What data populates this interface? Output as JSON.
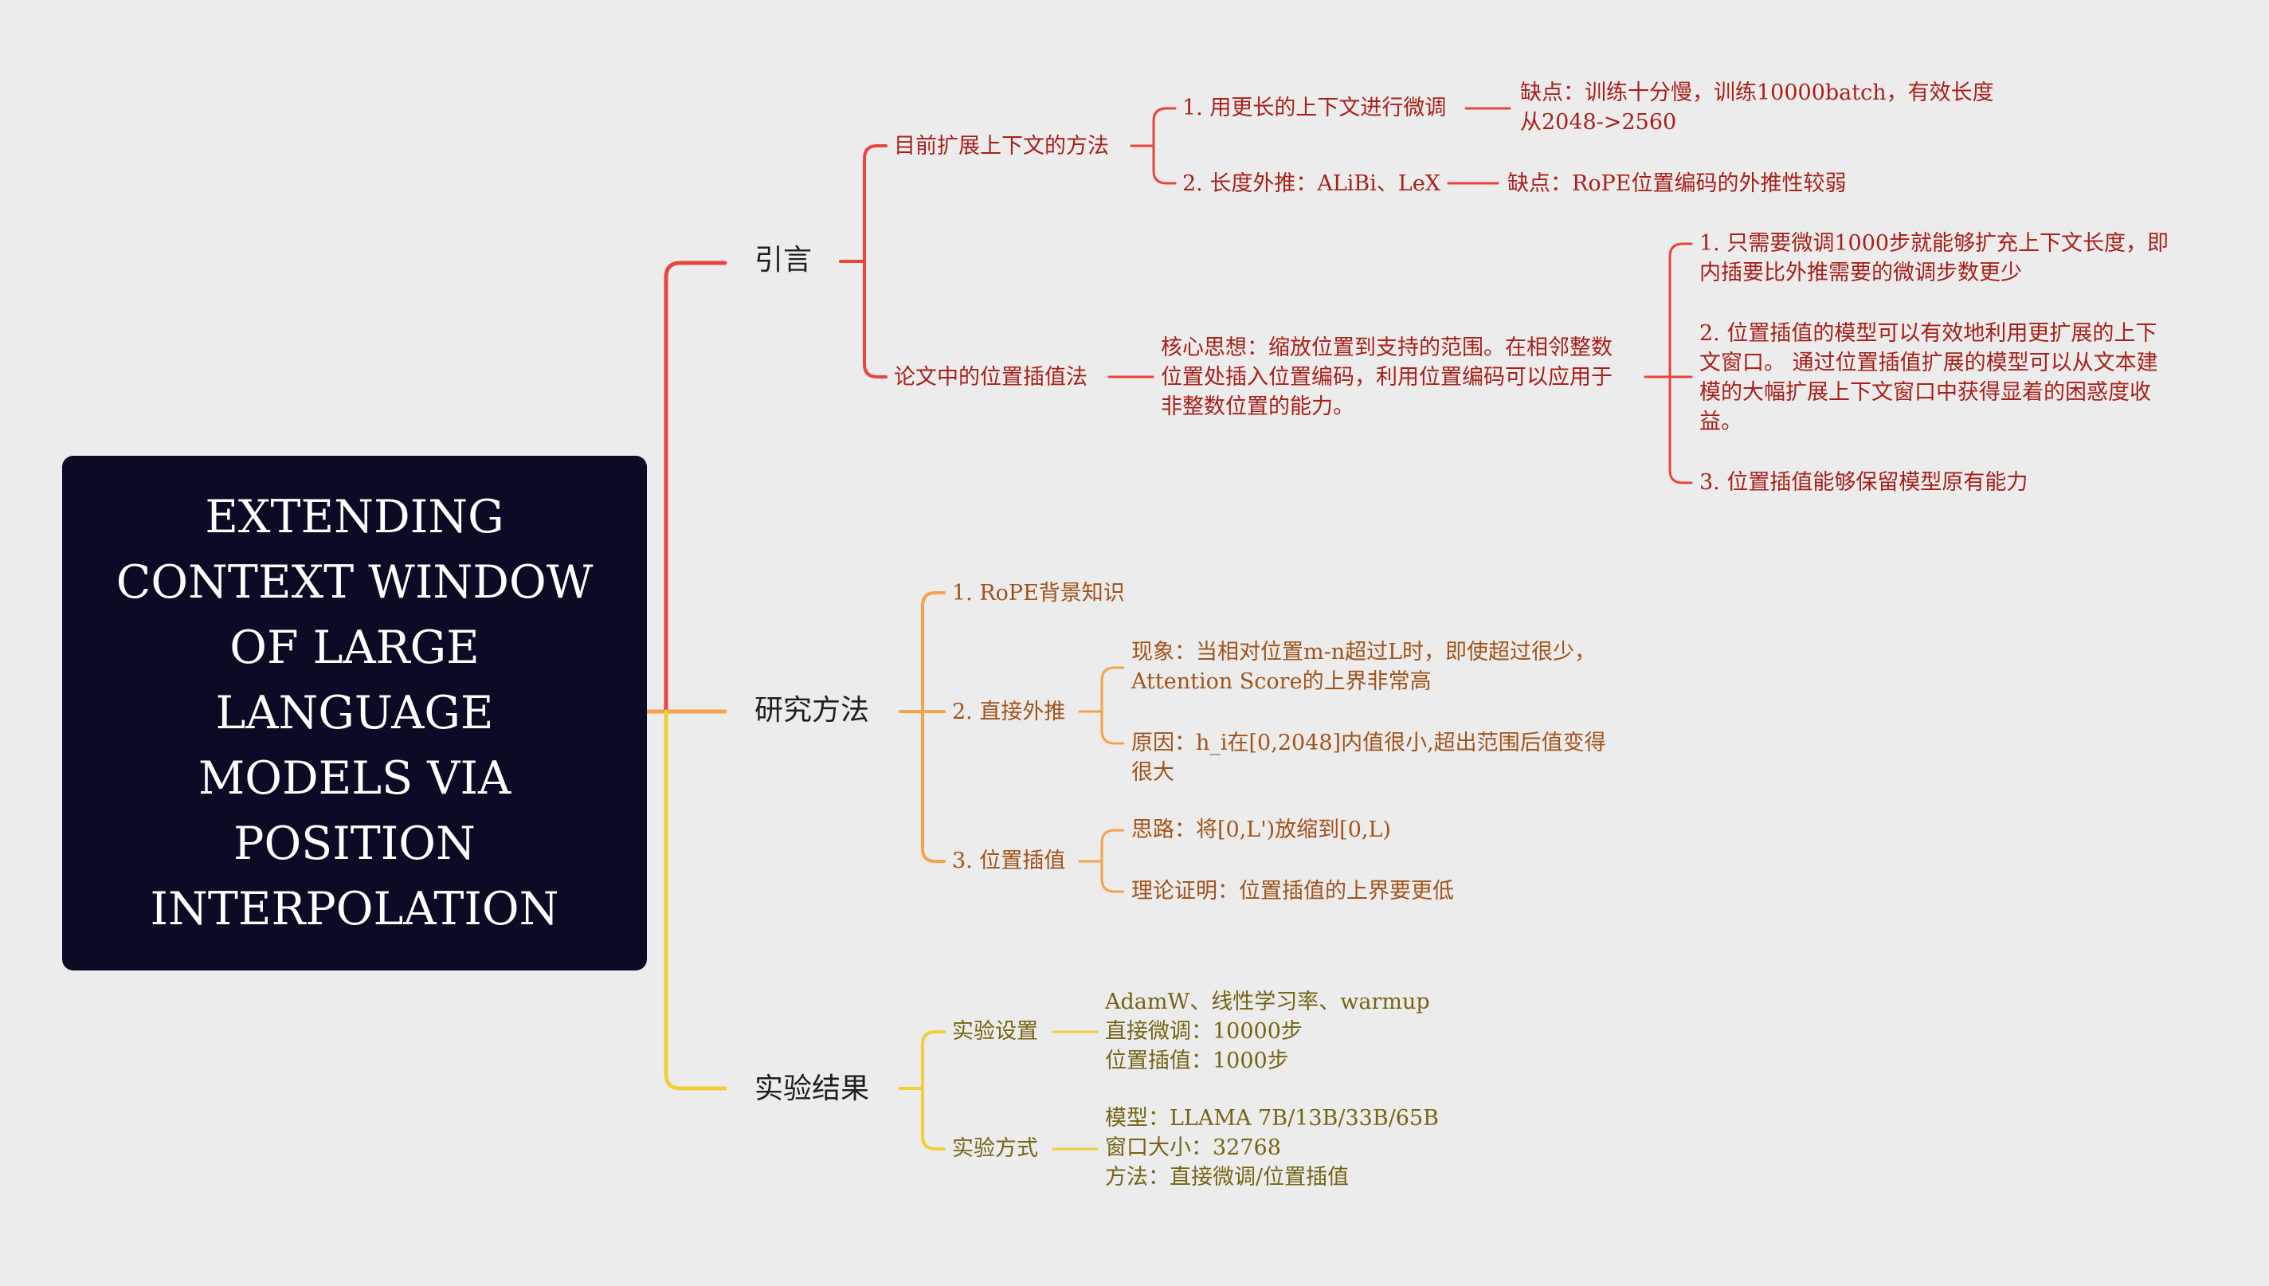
{
  "colors": {
    "background": "#ececec",
    "root_bg": "#0b0b25",
    "branch_intro": "#e8453c",
    "branch_method": "#f5a34a",
    "branch_results": "#f1cf3a",
    "text_intro": "#a8201a",
    "text_method": "#a1531a",
    "text_results": "#756514"
  },
  "root": {
    "title": "EXTENDING\nCONTEXT WINDOW\nOF LARGE\nLANGUAGE\nMODELS VIA\nPOSITION\nINTERPOLATION"
  },
  "branches": {
    "intro": {
      "label": "引言",
      "current_methods": {
        "label": "目前扩展上下文的方法",
        "finetune": {
          "label": "1. 用更长的上下文进行微调",
          "drawback": "缺点：训练十分慢，训练10000batch，有效长度\n从2048->2560"
        },
        "extrapolation": {
          "label": "2. 长度外推：ALiBi、LeX",
          "drawback": "缺点：RoPE位置编码的外推性较弱"
        }
      },
      "paper_method": {
        "label": "论文中的位置插值法",
        "core_idea": "核心思想：缩放位置到支持的范围。在相邻整数\n位置处插入位置编码，利用位置编码可以应用于\n非整数位置的能力。",
        "points": [
          "1. 只需要微调1000步就能够扩充上下文长度，即\n内插要比外推需要的微调步数更少",
          "2. 位置插值的模型可以有效地利用更扩展的上下\n文窗口。 通过位置插值扩展的模型可以从文本建\n模的大幅扩展上下文窗口中获得显着的困惑度收\n益。",
          "3. 位置插值能够保留模型原有能力"
        ]
      }
    },
    "method": {
      "label": "研究方法",
      "rope": {
        "label": "1. RoPE背景知识"
      },
      "direct": {
        "label": "2. 直接外推",
        "phenomenon": "现象：当相对位置m-n超过L时，即使超过很少，\nAttention Score的上界非常高",
        "reason": "原因：h_i在[0,2048]内值很小,超出范围后值变得\n很大"
      },
      "interp": {
        "label": "3. 位置插值",
        "idea": "思路：将[0,L')放缩到[0,L)",
        "proof": "理论证明：位置插值的上界要更低"
      }
    },
    "results": {
      "label": "实验结果",
      "setup": {
        "label": "实验设置",
        "details": "AdamW、线性学习率、warmup\n直接微调：10000步\n位置插值：1000步"
      },
      "approach": {
        "label": "实验方式",
        "details": "模型：LLAMA 7B/13B/33B/65B\n窗口大小：32768\n方法：直接微调/位置插值"
      }
    }
  }
}
